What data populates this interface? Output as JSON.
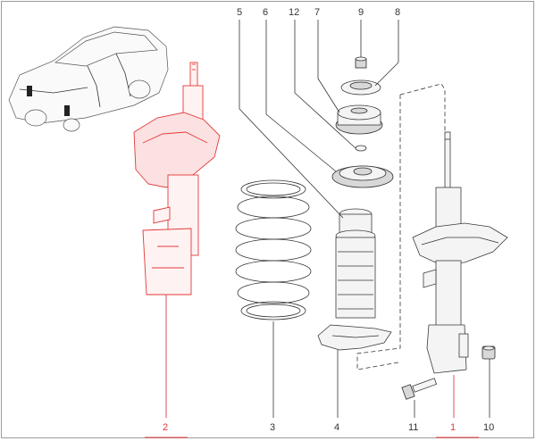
{
  "colors": {
    "highlight": "#e23a3a",
    "highlight_fill": "#fbe1e1",
    "line": "#333333"
  },
  "callouts": {
    "c1": "1",
    "c2": "2",
    "c3": "3",
    "c4": "4",
    "c5": "5",
    "c6": "6",
    "c7": "7",
    "c8": "8",
    "c9": "9",
    "c10": "10",
    "c11": "11",
    "c12": "12"
  }
}
